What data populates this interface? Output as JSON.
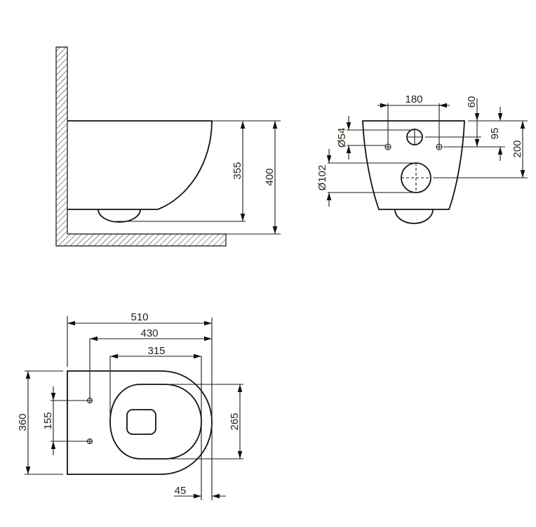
{
  "side_view": {
    "dim_height_outlet": "355",
    "dim_height_total": "400"
  },
  "back_view": {
    "dim_bolt_spacing": "180",
    "dim_bolt_top": "60",
    "dim_inlet_height": "95",
    "dim_outlet_height": "200",
    "dim_inlet_dia": "Ø54",
    "dim_outlet_dia": "Ø102"
  },
  "top_view": {
    "dim_length": "510",
    "dim_bolt_to_front": "430",
    "dim_seat_length": "315",
    "dim_width": "360",
    "dim_bolt_spacing": "155",
    "dim_seat_width": "265",
    "dim_overhang": "45"
  }
}
